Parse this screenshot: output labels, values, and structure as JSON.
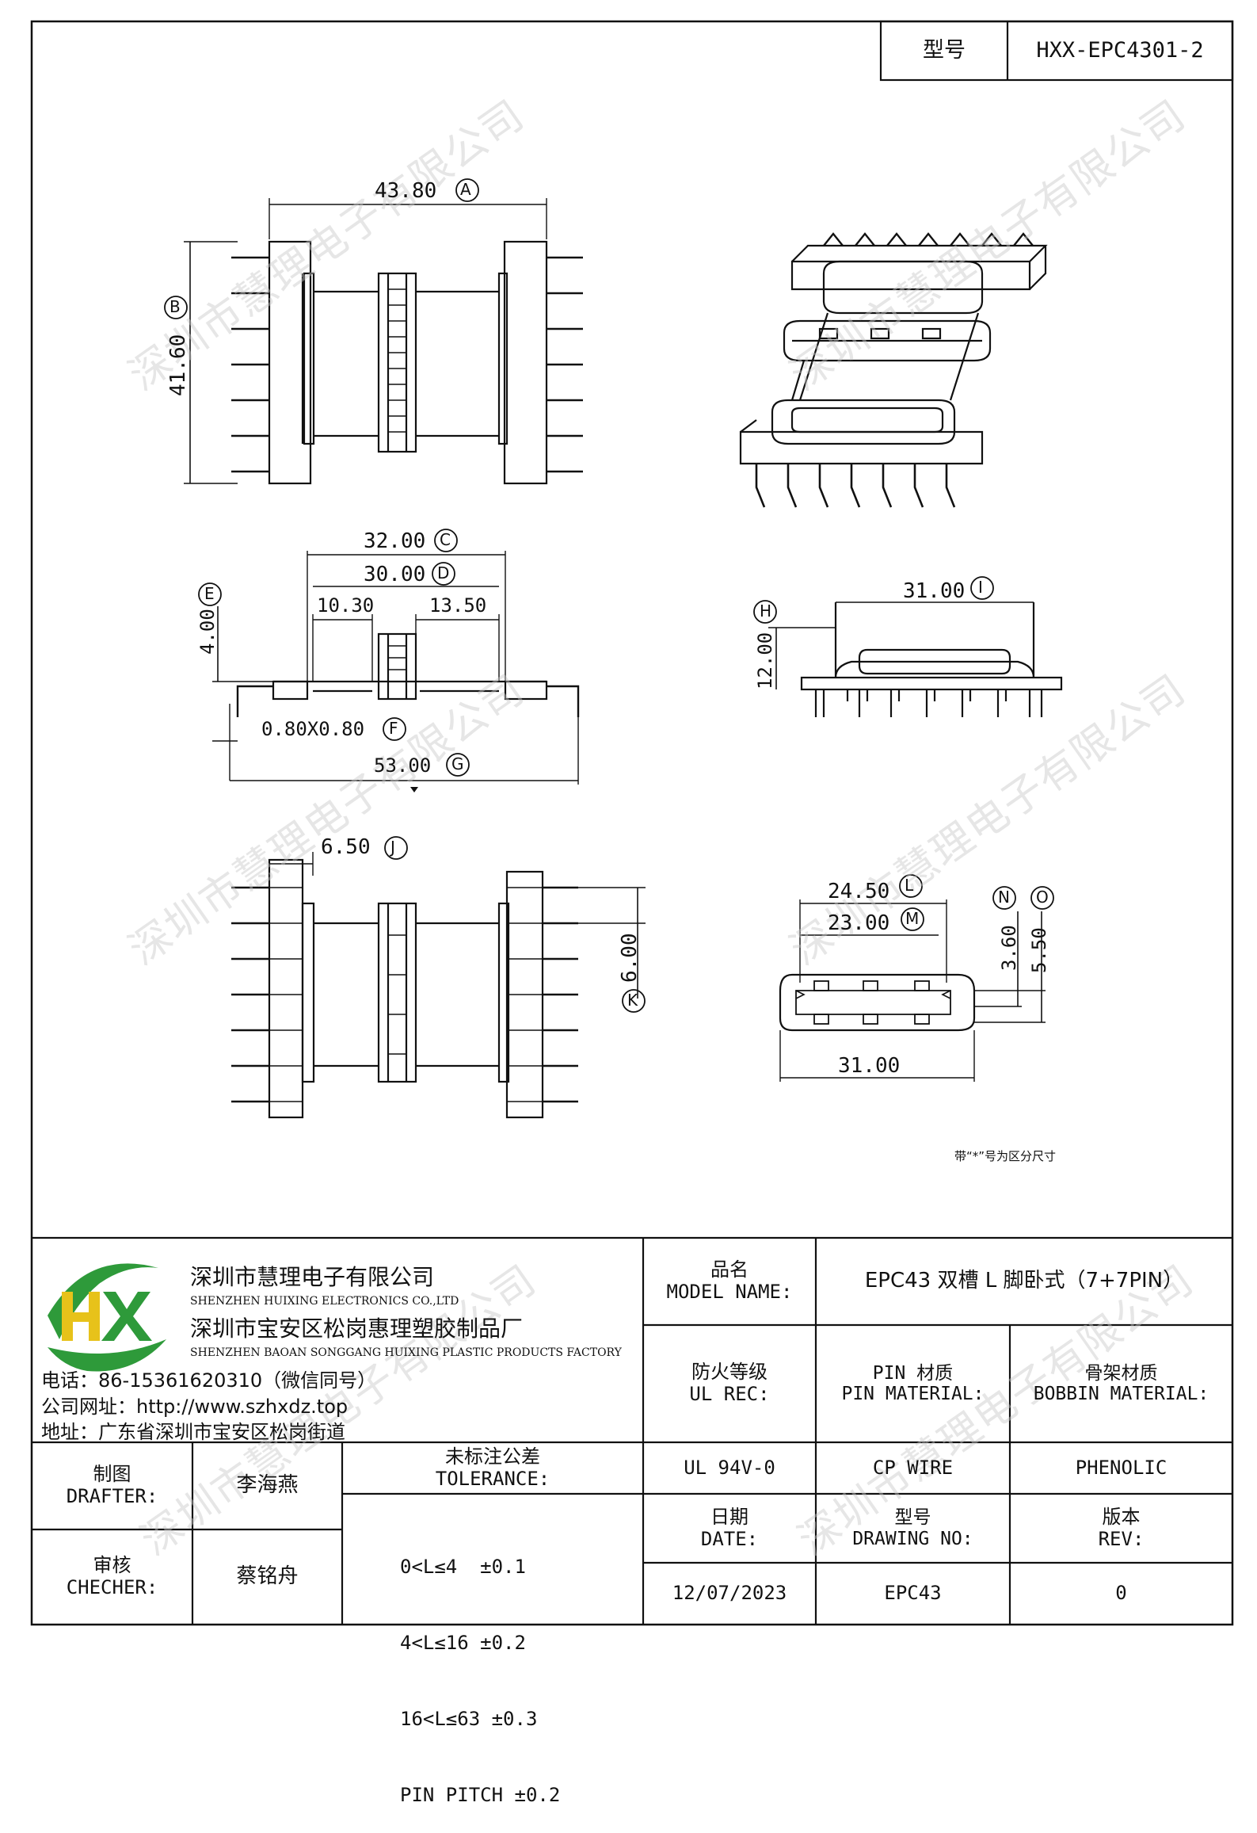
{
  "header": {
    "model_label": "型号",
    "model_value": "HXX-EPC4301-2"
  },
  "dimensions": {
    "A": "43.80",
    "A_tag": "A",
    "B": "41.60",
    "B_tag": "B",
    "C": "32.00",
    "C_tag": "C",
    "D": "30.00",
    "D_tag": "D",
    "E": "4.00",
    "E_tag": "E",
    "F": "0.80X0.80",
    "F_tag": "F",
    "G": "53.00",
    "G_tag": "G",
    "left_gap": "10.30",
    "right_gap": "13.50",
    "H": "12.00",
    "H_tag": "H",
    "I": "31.00",
    "I_tag": "I",
    "J": "6.50",
    "J_tag": "J",
    "K": "6.00",
    "K_tag": "K",
    "L": "24.50",
    "L_tag": "L",
    "M": "23.00",
    "M_tag": "M",
    "N": "3.60",
    "N_tag": "N",
    "O": "5.50",
    "O_tag": "O",
    "bottom_width": "31.00"
  },
  "note": "带“*”号为区分尺寸",
  "watermark": "深圳市慧理电子有限公司",
  "company": {
    "logo_text": "HX",
    "name_cn": "深圳市慧理电子有限公司",
    "name_en": "SHENZHEN HUIXING ELECTRONICS CO.,LTD",
    "factory_cn": "深圳市宝安区松岗惠理塑胶制品厂",
    "factory_en": "SHENZHEN BAOAN SONGGANG HUIXING PLASTIC PRODUCTS FACTORY",
    "phone": "电话：86-15361620310（微信同号）",
    "website": "公司网址：http://www.szhxdz.top",
    "address": "地址：广东省深圳市宝安区松岗街道"
  },
  "title_block": {
    "model_name_label_cn": "品名",
    "model_name_label_en": "MODEL NAME:",
    "model_name_value": "EPC43 双槽 L 脚卧式（7+7PIN）",
    "ul_label_cn": "防火等级",
    "ul_label_en": "UL REC:",
    "pin_label_cn": "PIN 材质",
    "pin_label_en": "PIN MATERIAL:",
    "bobbin_label_cn": "骨架材质",
    "bobbin_label_en": "BOBBIN MATERIAL:",
    "ul_value": "UL 94V-0",
    "pin_value": "CP WIRE",
    "bobbin_value": "PHENOLIC",
    "drafter_label_cn": "制图",
    "drafter_label_en": "DRAFTER:",
    "drafter_name": "李海燕",
    "checker_label_cn": "审核",
    "checker_label_en": "CHECHER:",
    "checker_name": "蔡铭舟",
    "tolerance_label_cn": "未标注公差",
    "tolerance_label_en": "TOLERANCE:",
    "tolerances": [
      "0<L≤4  ±0.1",
      "4<L≤16 ±0.2",
      "16<L≤63 ±0.3",
      "PIN PITCH ±0.2"
    ],
    "date_label_cn": "日期",
    "date_label_en": "DATE:",
    "date_value": "12/07/2023",
    "drawing_no_label_cn": "型号",
    "drawing_no_label_en": "DRAWING NO:",
    "drawing_no_value": "EPC43",
    "rev_label_cn": "版本",
    "rev_label_en": "REV:",
    "rev_value": "0"
  },
  "colors": {
    "line": "#111111",
    "logo_green": "#2e9a3a",
    "logo_yellow": "#e7c21a",
    "watermark": "#c8c8c8"
  }
}
